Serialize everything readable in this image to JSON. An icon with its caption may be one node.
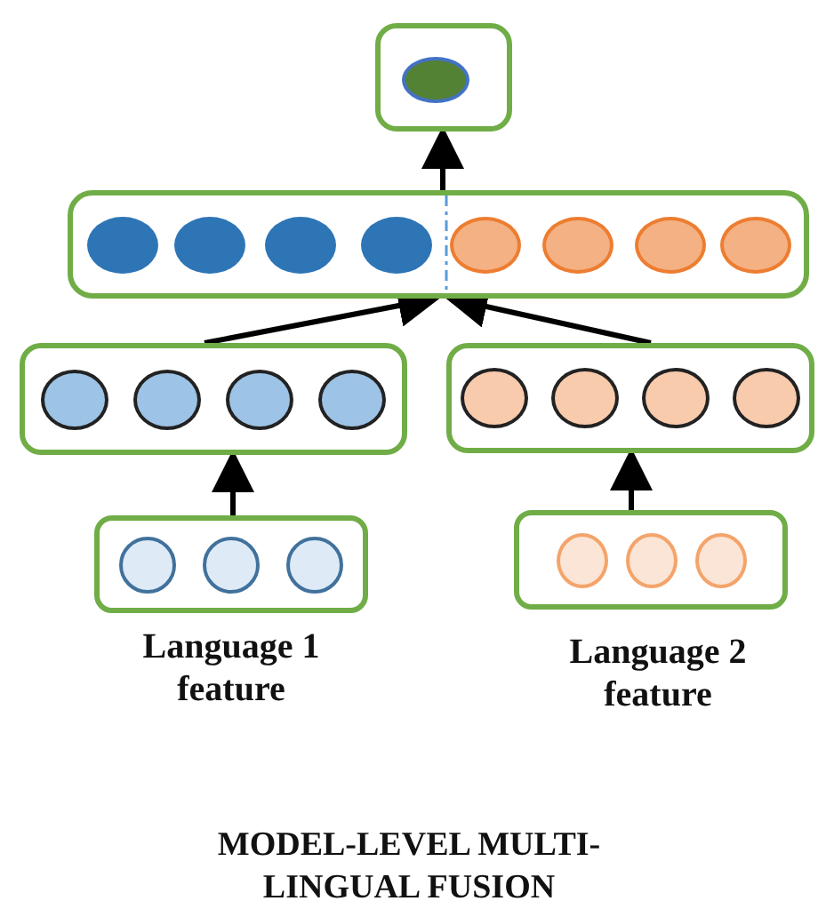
{
  "diagram": {
    "caption": "MODEL-LEVEL MULTI-LINGUAL FUSION",
    "nodes": [
      {
        "text": [],
        "shape": "box"
      },
      {
        "text": [],
        "shape": "box"
      },
      {
        "text": [],
        "shape": "box"
      },
      {
        "text": [],
        "shape": "box"
      },
      {
        "text": [],
        "shape": "box",
        "beside": [
          "Language 1 feature"
        ]
      },
      {
        "text": [],
        "shape": "box",
        "beside": [
          "Language 2 feature"
        ]
      }
    ],
    "edges": [
      {
        "from": 1,
        "to": 0,
        "arrow": "to"
      },
      {
        "from": 2,
        "to": 1,
        "arrow": "to"
      },
      {
        "from": 3,
        "to": 1,
        "arrow": "to"
      },
      {
        "from": 4,
        "to": 2,
        "arrow": "to"
      },
      {
        "from": 5,
        "to": 3,
        "arrow": "to"
      }
    ]
  }
}
